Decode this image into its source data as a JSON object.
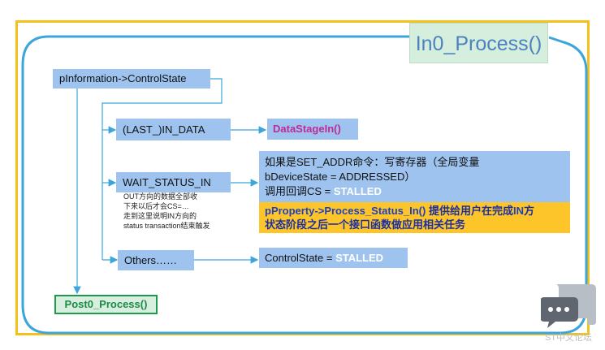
{
  "title": "In0_Process()",
  "nodes": {
    "control_state": "pInformation->ControlState",
    "last_in_data": "(LAST_)IN_DATA",
    "data_stage_in": "DataStageIn()",
    "wait_status_in": "WAIT_STATUS_IN",
    "others": "Others……",
    "post0": "Post0_Process()"
  },
  "note_box": {
    "line1": "如果是SET_ADDR命令：写寄存器（全局变量",
    "line2": "bDeviceState = ADDRESSED）",
    "line3_prefix": "调用回调CS = ",
    "line3_value": "STALLED"
  },
  "yellow_box": {
    "func": "pProperty->Process_Status_In()",
    "text_a": " 提供给用户在完成",
    "in_word": "IN",
    "text_b": "方",
    "line2": "状态阶段之后一个接口函数做应用相关任务"
  },
  "wait_note": [
    "OUT方向的数据全部收",
    "下来以后才会CS=…",
    "走到这里说明IN方向的",
    "status transaction结束触发"
  ],
  "stalled_box": {
    "prefix": "ControlState = ",
    "value": "STALLED"
  },
  "watermark": "ST中文论坛",
  "colors": {
    "frame": "#f4c11a",
    "connector": "#3ba5dc",
    "box": "#9dc3ee",
    "highlight": "#fdc52a",
    "accent": "#c0299a",
    "post": "#1f9a4c"
  },
  "icons": [
    "chat-bubble-icon"
  ]
}
